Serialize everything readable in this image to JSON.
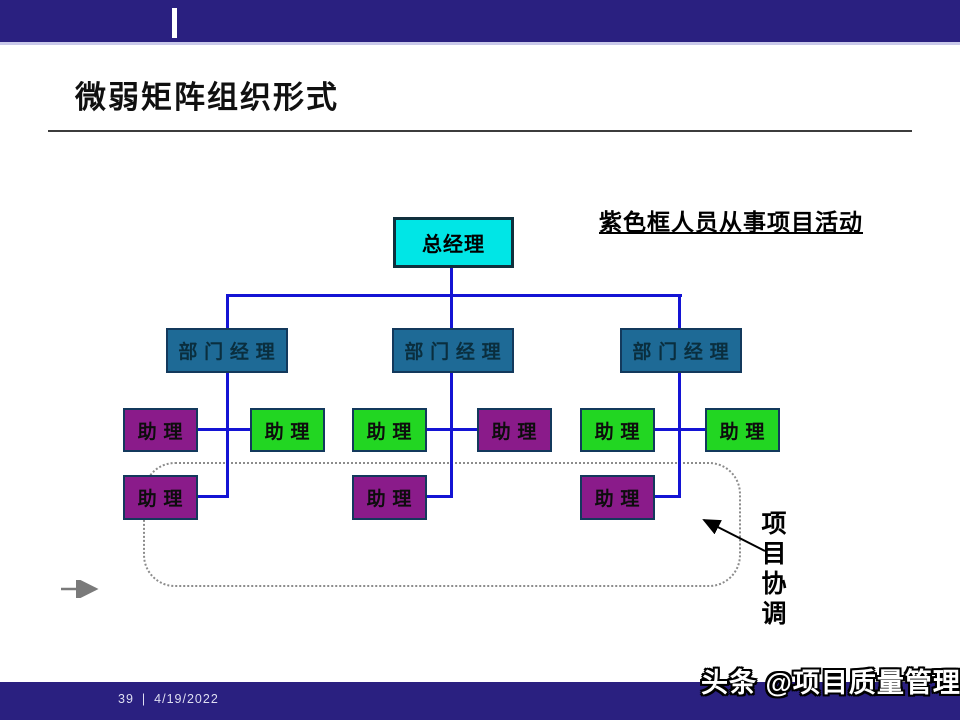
{
  "header": {
    "title": "微弱矩阵组织形式"
  },
  "annotation": {
    "text": "紫色框人员从事项目活动"
  },
  "org_chart": {
    "root": {
      "label": "总经理"
    },
    "managers": [
      {
        "label": "部 门 经 理"
      },
      {
        "label": "部 门 经 理"
      },
      {
        "label": "部 门 经 理"
      }
    ],
    "assistants_row1": [
      {
        "label": "助 理",
        "type": "project"
      },
      {
        "label": "助 理",
        "type": "regular"
      },
      {
        "label": "助 理",
        "type": "regular"
      },
      {
        "label": "助 理",
        "type": "project"
      },
      {
        "label": "助 理",
        "type": "regular"
      },
      {
        "label": "助 理",
        "type": "regular"
      }
    ],
    "assistants_row2": [
      {
        "label": "助 理",
        "type": "project"
      },
      {
        "label": "助 理",
        "type": "project"
      },
      {
        "label": "助 理",
        "type": "project"
      }
    ]
  },
  "side_label": {
    "text": "项目协调"
  },
  "footer": {
    "page": "39",
    "separator": "|",
    "date": "4/19/2022"
  },
  "watermark": {
    "text": "头条 @项目质量管理"
  },
  "colors": {
    "bar_navy": "#2A2080",
    "connector_blue": "#1414D4",
    "root_cyan": "#00E6E6",
    "manager_blue": "#1E6A96",
    "project_purple": "#8A1B8A",
    "regular_green": "#22D622",
    "box_border": "#13395C",
    "dotted_border": "#8C8C8C"
  }
}
